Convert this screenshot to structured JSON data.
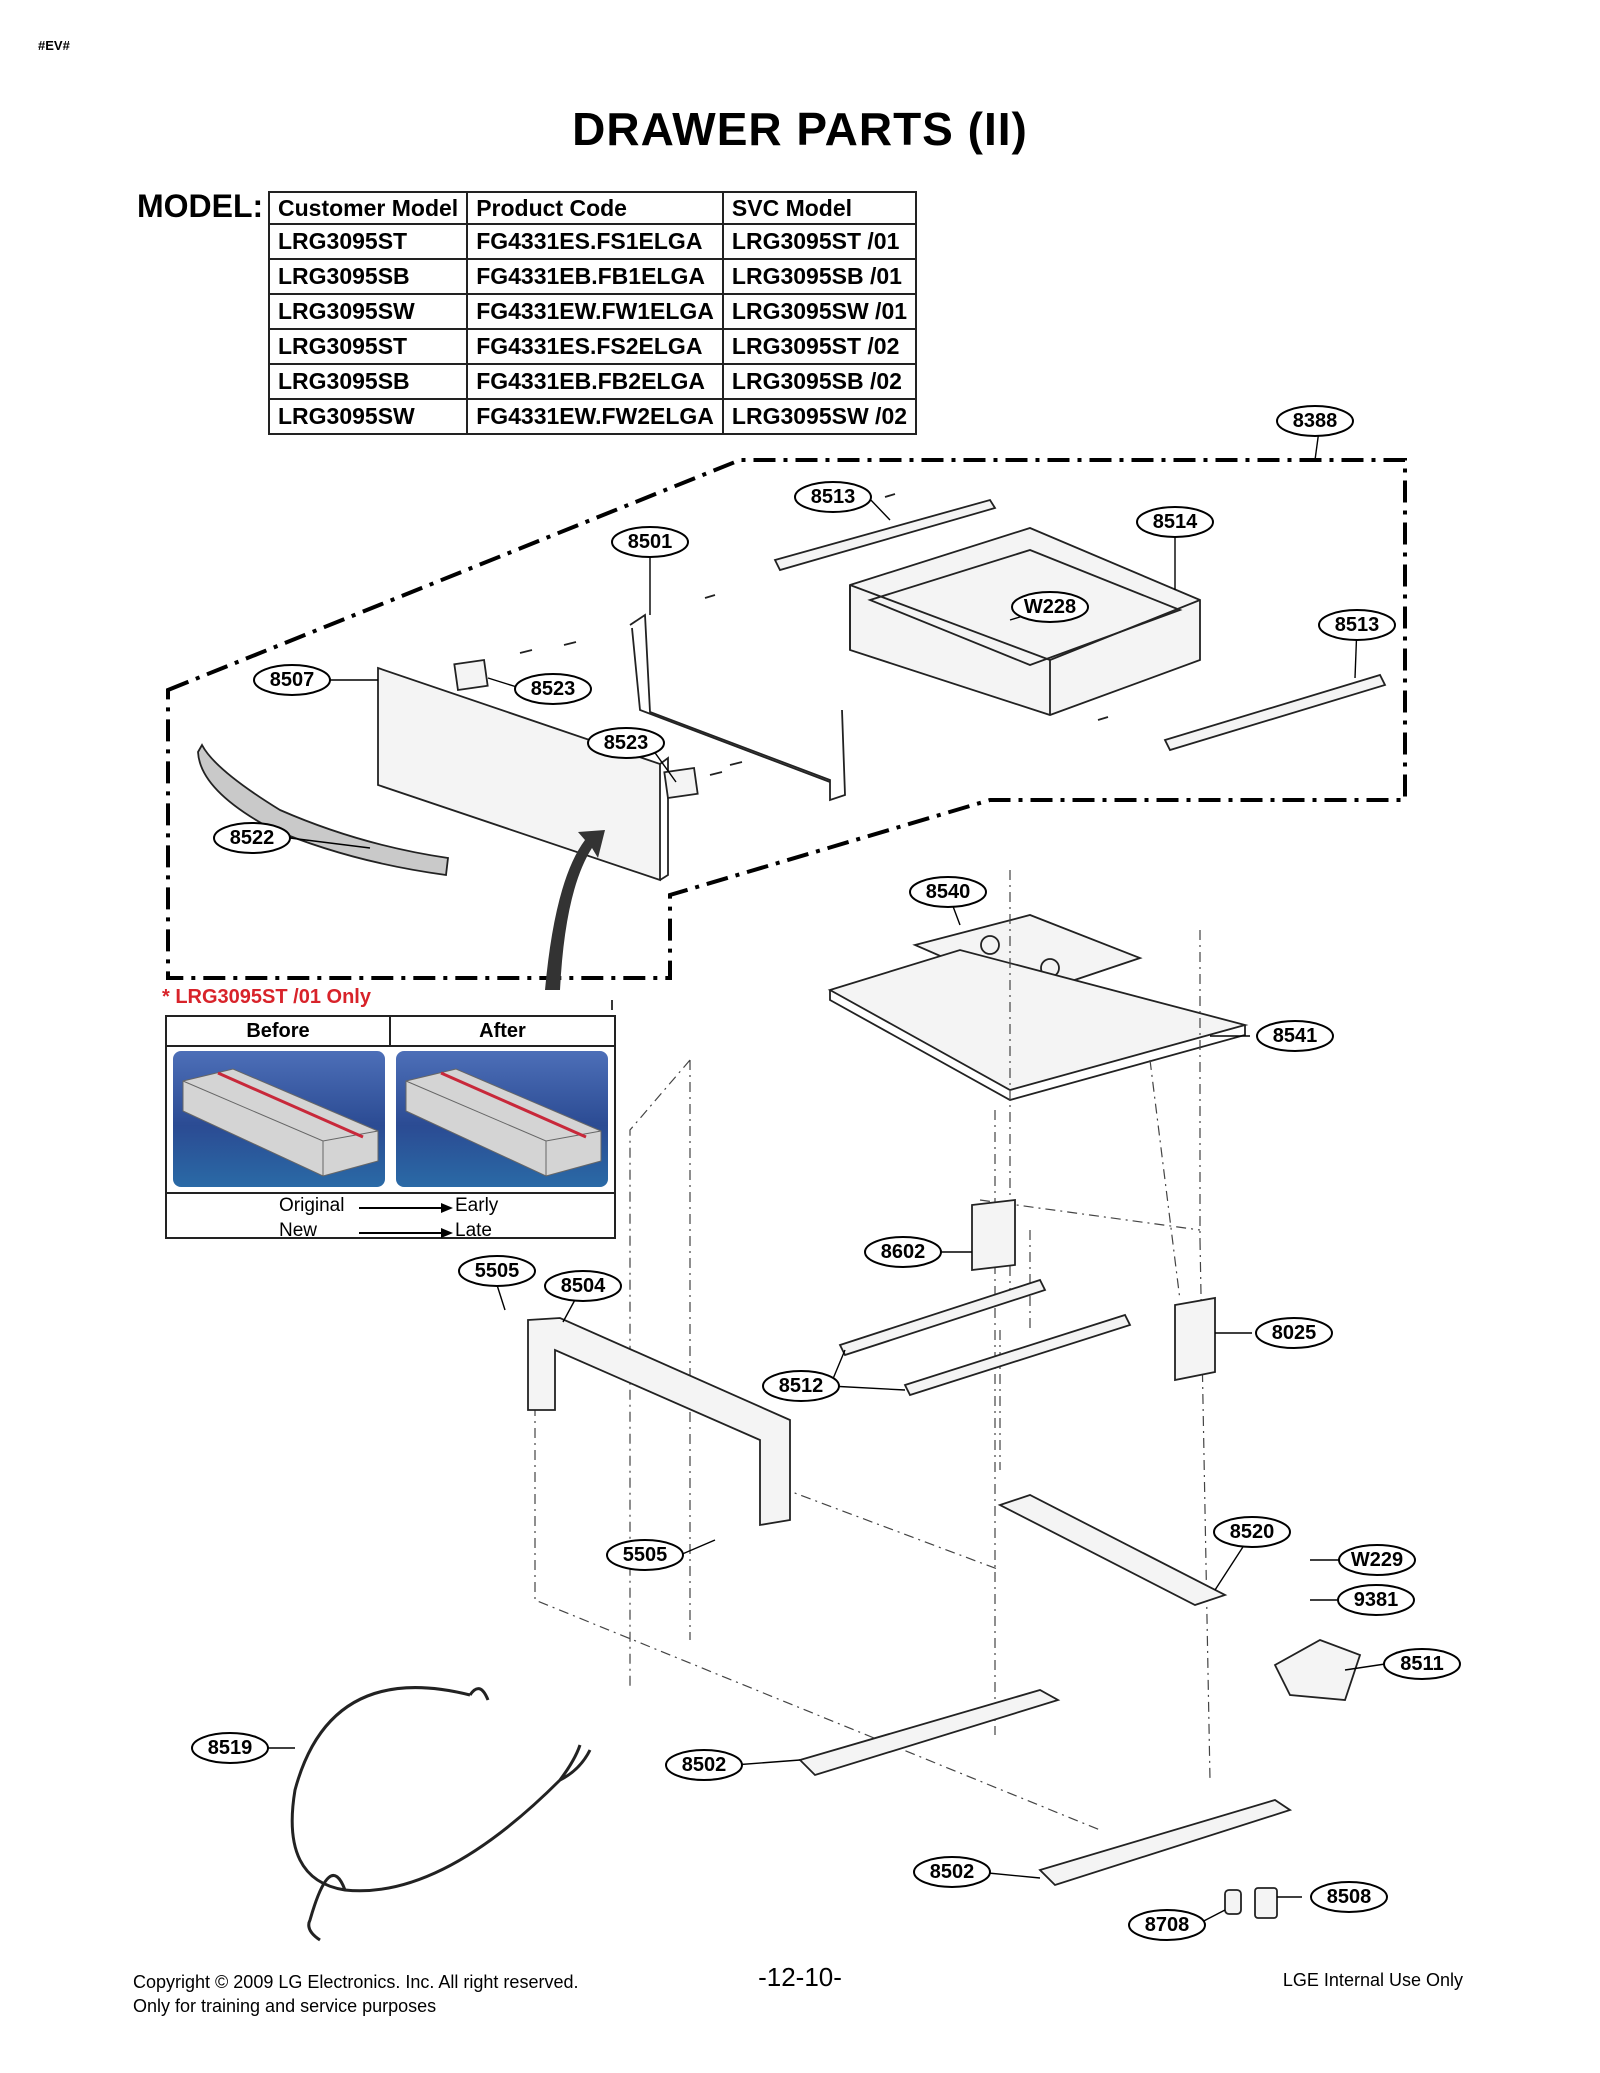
{
  "corner_tag": "#EV#",
  "title": "DRAWER PARTS (II)",
  "model_label": "MODEL:",
  "model_table": {
    "headers": [
      "Customer Model",
      "Product Code",
      "SVC Model"
    ],
    "rows": [
      [
        "LRG3095ST",
        "FG4331ES.FS1ELGA",
        "LRG3095ST /01"
      ],
      [
        "LRG3095SB",
        "FG4331EB.FB1ELGA",
        "LRG3095SB /01"
      ],
      [
        "LRG3095SW",
        "FG4331EW.FW1ELGA",
        "LRG3095SW /01"
      ],
      [
        "LRG3095ST",
        "FG4331ES.FS2ELGA",
        "LRG3095ST /02"
      ],
      [
        "LRG3095SB",
        "FG4331EB.FB2ELGA",
        "LRG3095SB /02"
      ],
      [
        "LRG3095SW",
        "FG4331EW.FW2ELGA",
        "LRG3095SW /02"
      ]
    ]
  },
  "callouts": [
    "8388",
    "8513",
    "8514",
    "8501",
    "W228",
    "8513",
    "8507",
    "8523",
    "8523",
    "8522",
    "8540",
    "8541",
    "8602",
    "5505",
    "8504",
    "8025",
    "8512",
    "5505",
    "8520",
    "W229",
    "9381",
    "8511",
    "8519",
    "8502",
    "8502",
    "8508",
    "8708"
  ],
  "note": {
    "label": "* LRG3095ST /01 Only",
    "before": "Before",
    "after": "After",
    "original": "Original",
    "early": "Early",
    "new": "New",
    "late": "Late"
  },
  "footer": {
    "copyright_line1": "Copyright © 2009 LG Electronics. Inc. All right reserved.",
    "copyright_line2": "Only for training and service purposes",
    "page": "-12-10-",
    "internal": "LGE Internal Use Only"
  }
}
